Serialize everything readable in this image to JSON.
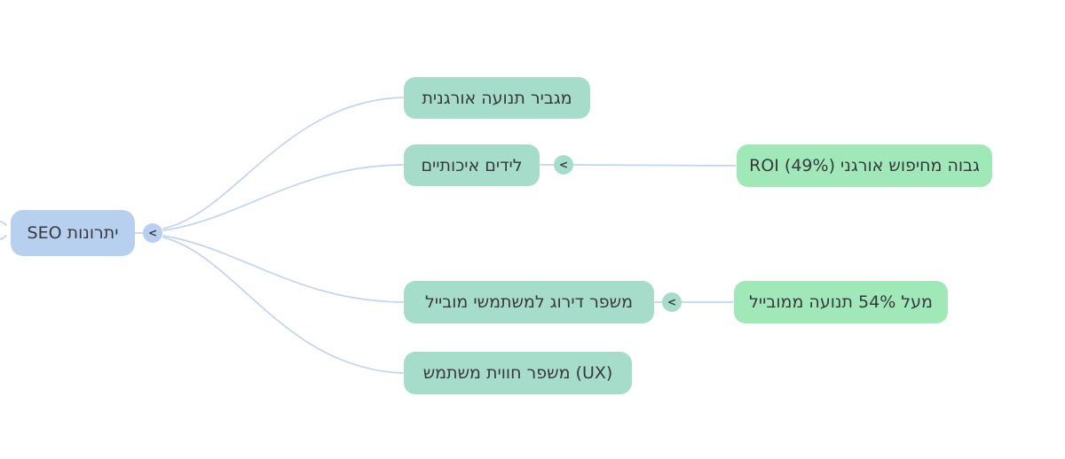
{
  "colors": {
    "canvas_bg": "#ffffff",
    "node_root_fill": "#b7d0f0",
    "node_branch_fill": "#a6dcca",
    "node_leaf_fill": "#a1e8b9",
    "edge": "#c2d5ee",
    "text": "#38393d"
  },
  "mindmap": {
    "toggle_glyph": "<",
    "root": {
      "label": "יתרונות SEO"
    },
    "children": [
      {
        "label": "מגביר תנועה אורגנית"
      },
      {
        "label": "לידים איכותיים",
        "children": [
          {
            "label": "גבוה מחיפוש אורגני (49%) ROI"
          }
        ]
      },
      {
        "label": "משפר דירוג למשתמשי מובייל",
        "children": [
          {
            "label": "מעל 54% תנועה ממובייל"
          }
        ]
      },
      {
        "label": "(UX) משפר חווית משתמש"
      }
    ]
  }
}
